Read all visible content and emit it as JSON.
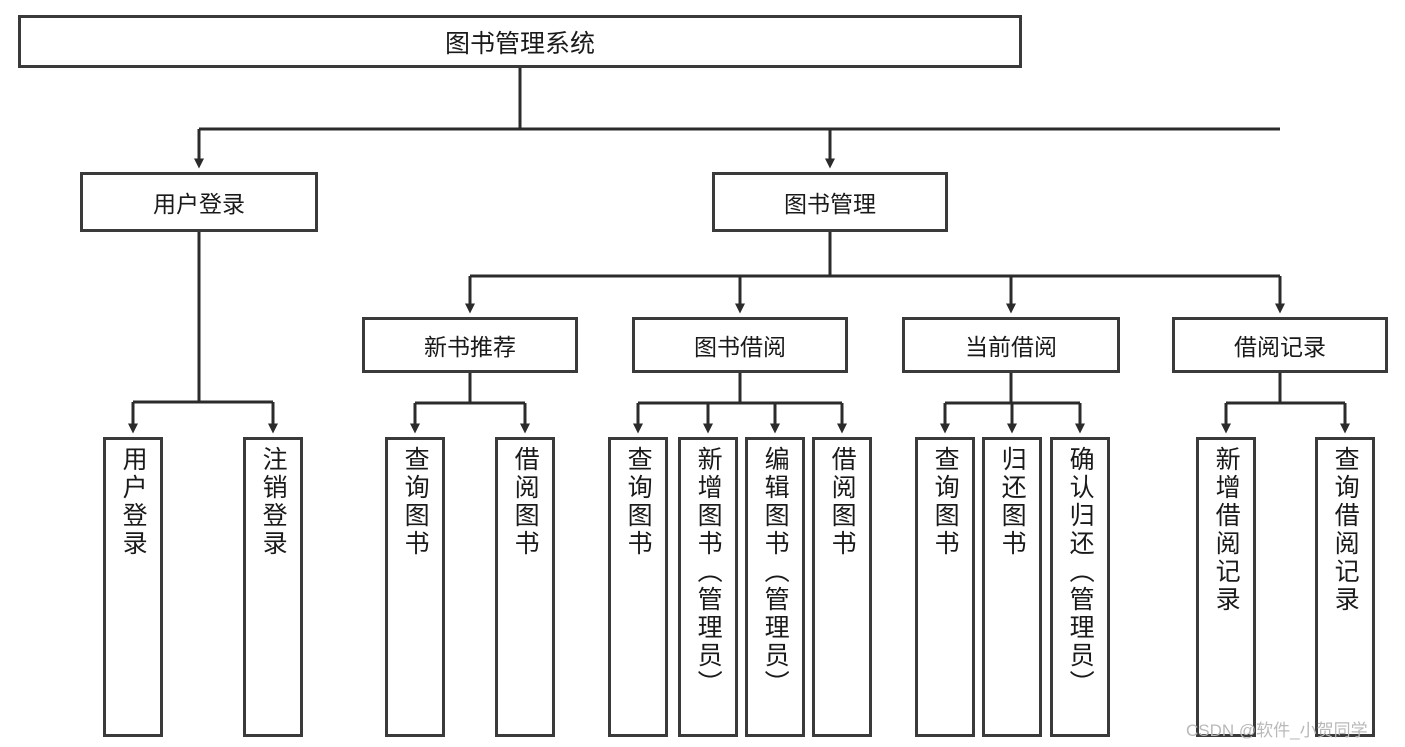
{
  "diagram": {
    "title": "图书管理系统",
    "type": "tree",
    "watermark": "CSDN @软件_小贺同学",
    "colors": {
      "box_border": "#3a3a3a",
      "box_fill": "#ffffff",
      "edge": "#2b2b2b",
      "text": "#1a1a1a",
      "watermark": "#b9b9b9"
    },
    "nodes": {
      "root": "图书管理系统",
      "level2": [
        {
          "id": "user-login",
          "label": "用户登录"
        },
        {
          "id": "book-management",
          "label": "图书管理"
        }
      ],
      "level3": [
        {
          "id": "new-book-recommend",
          "label": "新书推荐"
        },
        {
          "id": "book-borrow",
          "label": "图书借阅"
        },
        {
          "id": "current-borrow",
          "label": "当前借阅"
        },
        {
          "id": "borrow-record",
          "label": "借阅记录"
        }
      ],
      "leaves": {
        "user_login": [
          {
            "id": "leaf-user-login",
            "label": "用户登录"
          },
          {
            "id": "leaf-logout-login",
            "label": "注销登录"
          }
        ],
        "new_book_recommend": [
          {
            "id": "leaf-query-book-1",
            "label": "查询图书"
          },
          {
            "id": "leaf-borrow-book-1",
            "label": "借阅图书"
          }
        ],
        "book_borrow": [
          {
            "id": "leaf-query-book-2",
            "label": "查询图书"
          },
          {
            "id": "leaf-add-book",
            "label": "新增图书（管理员）"
          },
          {
            "id": "leaf-edit-book",
            "label": "编辑图书（管理员）"
          },
          {
            "id": "leaf-borrow-book-2",
            "label": "借阅图书"
          }
        ],
        "current_borrow": [
          {
            "id": "leaf-query-book-3",
            "label": "查询图书"
          },
          {
            "id": "leaf-return-book",
            "label": "归还图书"
          },
          {
            "id": "leaf-confirm-return",
            "label": "确认归还（管理员）"
          }
        ],
        "borrow_record": [
          {
            "id": "leaf-add-record",
            "label": "新增借阅记录"
          },
          {
            "id": "leaf-query-record",
            "label": "查询借阅记录"
          }
        ]
      }
    }
  }
}
